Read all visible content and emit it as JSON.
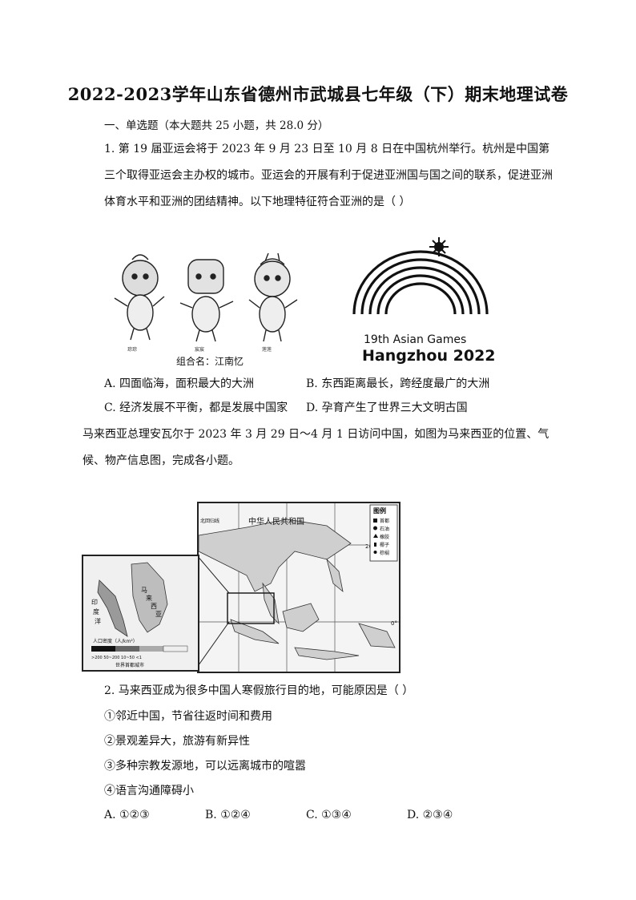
{
  "title": "2022-2023学年山东省德州市武城县七年级（下）期末地理试卷",
  "section": "一、单选题（本大题共 25 小题，共 28.0 分）",
  "q1": {
    "text": "1.   第 19 届亚运会将于 2023 年 9 月 23 日至 10 月 8 日在中国杭州举行。杭州是中国第三个取得亚运会主办权的城市。亚运会的开展有利于促进亚洲国与国之间的联系，促进亚洲体育水平和亚洲的团结精神。以下地理特征符合亚洲的是（        ）",
    "options": {
      "A": "A.  四面临海，面积最大的大洲",
      "B": "B.  东西距离最长，跨经度最广的大洲",
      "C": "C.  经济发展不平衡，都是发展中国家",
      "D": "D.  孕育产生了世界三大文明古国"
    },
    "mascot_caption": "组合名：江南忆",
    "mascot_names": [
      "琮琮",
      "宸宸",
      "莲莲"
    ],
    "logo_line1": "19th Asian Games",
    "logo_line2": "Hangzhou 2022"
  },
  "intro": "马来西亚总理安瓦尔于 2023 年 3 月 29 日～4 月 1 日访问中国，如图为马来西亚的位置、气候、物产信息图，完成各小题。",
  "map": {
    "country_label": "中华人民共和国",
    "legend_title": "图例",
    "legend_items": [
      "首都",
      "石油",
      "橡胶",
      "椰子",
      "棕榈"
    ],
    "lat_20": "20°",
    "lat_0": "0°",
    "tropic_label": "北回归线",
    "inset_labels": [
      "马",
      "来",
      "西",
      "亚",
      "印",
      "度",
      "洋"
    ],
    "density_title": "人口密度（人/km²）",
    "density_scale": ">200    50~200   10~50    <1",
    "inset_footer": "世界首都城市"
  },
  "q2": {
    "text": "2.   马来西亚成为很多中国人寒假旅行目的地，可能原因是（        ）",
    "items": [
      "①邻近中国，节省往返时间和费用",
      "②景观差异大，旅游有新异性",
      "③多种宗教发源地，可以远离城市的喧嚣",
      "④语言沟通障碍小"
    ],
    "options": {
      "A": "A. ①②③",
      "B": "B. ①②④",
      "C": "C. ①③④",
      "D": "D. ②③④"
    }
  }
}
